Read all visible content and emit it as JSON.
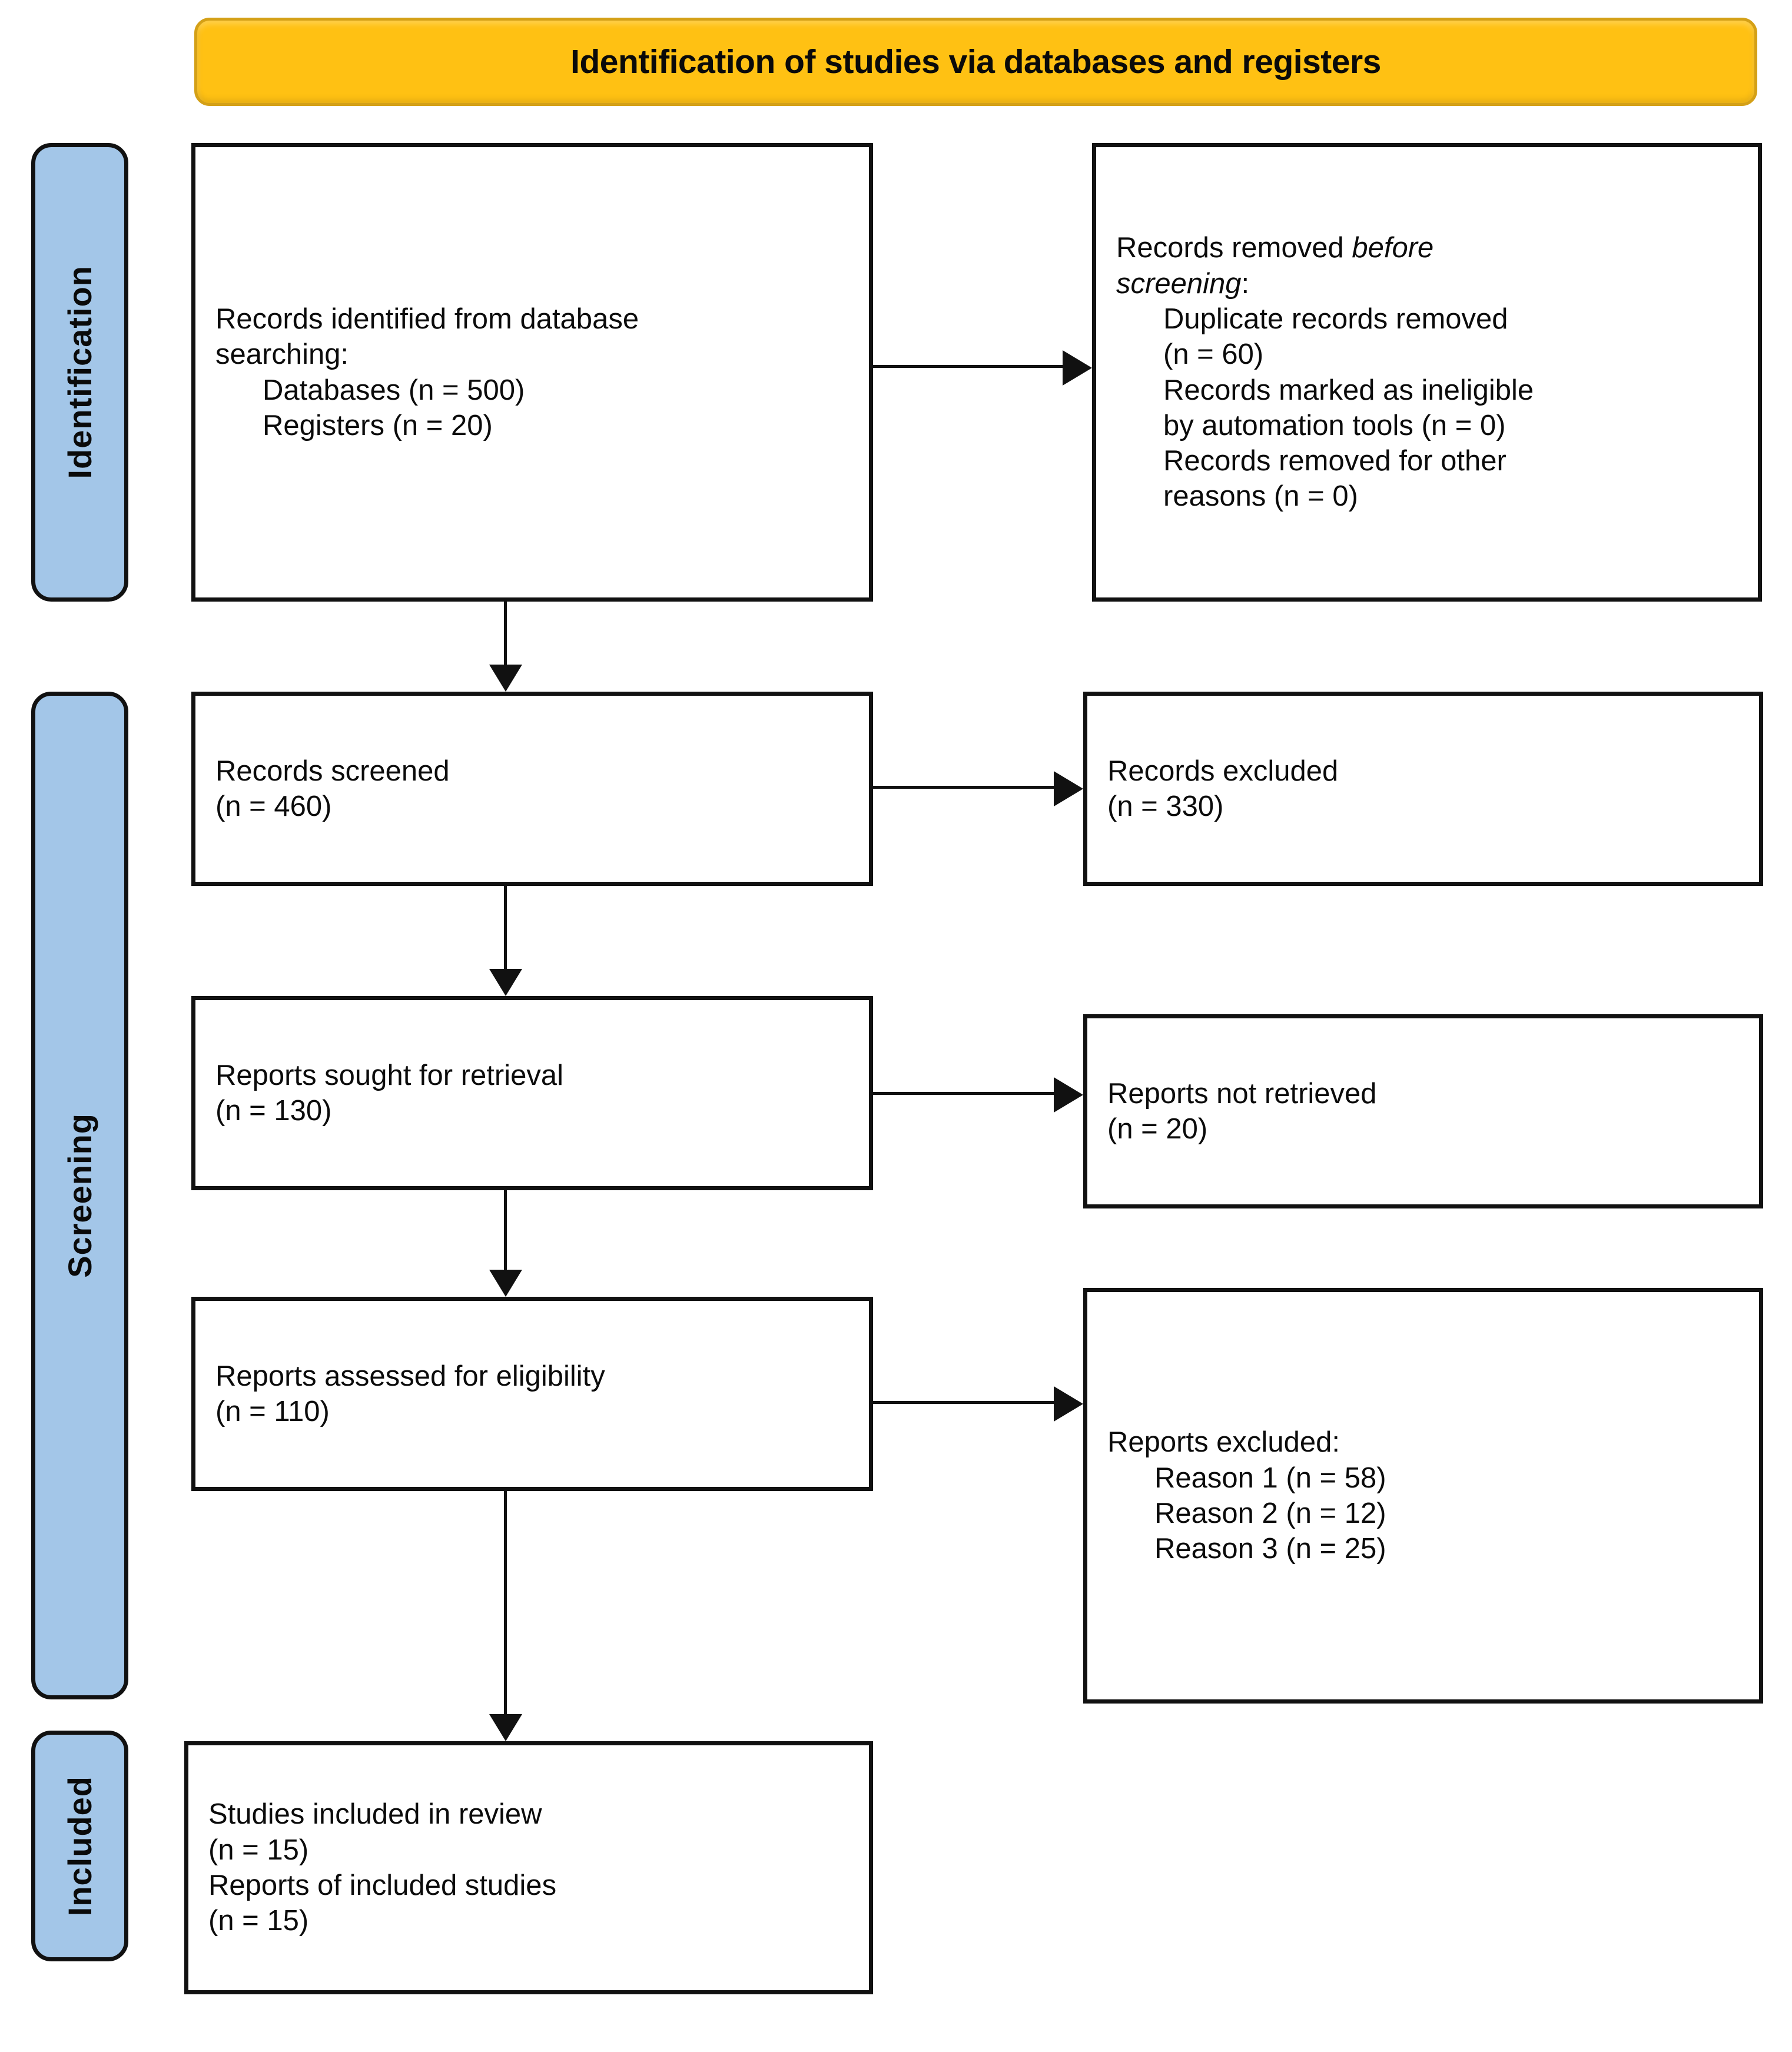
{
  "diagram": {
    "title": "Identification of studies via databases and registers",
    "type": "PRISMA flow diagram",
    "colors": {
      "banner_fill": "#ffc113",
      "banner_border": "#d4a017",
      "stage_fill": "#a3c6e8",
      "box_border": "#111111",
      "box_fill": "#ffffff",
      "text": "#0b0b0b"
    }
  },
  "stages": [
    {
      "id": "identification",
      "label": "Identification"
    },
    {
      "id": "screening",
      "label": "Screening"
    },
    {
      "id": "included",
      "label": "Included"
    }
  ],
  "boxes": {
    "identified": {
      "lines": [
        "Records identified from database",
        "searching:"
      ],
      "items": [
        "Databases (n = 500)",
        "Registers (n = 20)"
      ]
    },
    "removed_before_screening": {
      "heading_pre": "Records removed ",
      "heading_em": "before",
      "heading_em2": "screening",
      "heading_post": ":",
      "items": [
        "Duplicate records removed",
        "(n = 60)",
        "Records marked as ineligible",
        "by automation tools (n = 0)",
        "Records removed for other",
        "reasons (n = 0)"
      ]
    },
    "records_screened": {
      "label": "Records screened",
      "count": "(n = 460)"
    },
    "records_excluded": {
      "label": "Records excluded",
      "count": "(n = 330)"
    },
    "reports_sought": {
      "label": "Reports sought for retrieval",
      "count": "(n = 130)"
    },
    "reports_not_retrieved": {
      "label": "Reports not retrieved",
      "count": "(n = 20)"
    },
    "reports_assessed": {
      "label": "Reports assessed for eligibility",
      "count": "(n = 110)"
    },
    "reports_excluded": {
      "label": "Reports excluded:",
      "reasons": [
        "Reason 1 (n = 58)",
        "Reason 2 (n = 12)",
        "Reason 3 (n = 25)"
      ]
    },
    "studies_included": {
      "label": "Studies included in review",
      "count": "(n = 15)",
      "label2": "Reports of included studies",
      "count2": "(n = 15)"
    }
  },
  "chart_data": {
    "type": "diagram",
    "title": "Identification of studies via databases and registers",
    "nodes": [
      {
        "id": "identified",
        "stage": "Identification",
        "column": "left",
        "text": "Records identified from database searching: Databases (n = 500); Registers (n = 20)",
        "values": {
          "Databases": 500,
          "Registers": 20
        }
      },
      {
        "id": "removed",
        "stage": "Identification",
        "column": "right",
        "text": "Records removed before screening: Duplicate records removed (n = 60); Records marked as ineligible by automation tools (n = 0); Records removed for other reasons (n = 0)",
        "values": {
          "Duplicate records removed": 60,
          "Marked ineligible by automation tools": 0,
          "Removed for other reasons": 0
        }
      },
      {
        "id": "screened",
        "stage": "Screening",
        "column": "left",
        "text": "Records screened (n = 460)",
        "values": {
          "n": 460
        }
      },
      {
        "id": "rec_excluded",
        "stage": "Screening",
        "column": "right",
        "text": "Records excluded (n = 330)",
        "values": {
          "n": 330
        }
      },
      {
        "id": "sought",
        "stage": "Screening",
        "column": "left",
        "text": "Reports sought for retrieval (n = 130)",
        "values": {
          "n": 130
        }
      },
      {
        "id": "not_retrieved",
        "stage": "Screening",
        "column": "right",
        "text": "Reports not retrieved (n = 20)",
        "values": {
          "n": 20
        }
      },
      {
        "id": "assessed",
        "stage": "Screening",
        "column": "left",
        "text": "Reports assessed for eligibility (n = 110)",
        "values": {
          "n": 110
        }
      },
      {
        "id": "rep_excluded",
        "stage": "Screening",
        "column": "right",
        "text": "Reports excluded: Reason 1 (n = 58); Reason 2 (n = 12); Reason 3 (n = 25)",
        "values": {
          "Reason 1": 58,
          "Reason 2": 12,
          "Reason 3": 25
        }
      },
      {
        "id": "included",
        "stage": "Included",
        "column": "left",
        "text": "Studies included in review (n = 15); Reports of included studies (n = 15)",
        "values": {
          "Studies included in review": 15,
          "Reports of included studies": 15
        }
      }
    ],
    "edges": [
      {
        "from": "identified",
        "to": "removed",
        "direction": "right"
      },
      {
        "from": "identified",
        "to": "screened",
        "direction": "down"
      },
      {
        "from": "screened",
        "to": "rec_excluded",
        "direction": "right"
      },
      {
        "from": "screened",
        "to": "sought",
        "direction": "down"
      },
      {
        "from": "sought",
        "to": "not_retrieved",
        "direction": "right"
      },
      {
        "from": "sought",
        "to": "assessed",
        "direction": "down"
      },
      {
        "from": "assessed",
        "to": "rep_excluded",
        "direction": "right"
      },
      {
        "from": "assessed",
        "to": "included",
        "direction": "down"
      }
    ]
  }
}
